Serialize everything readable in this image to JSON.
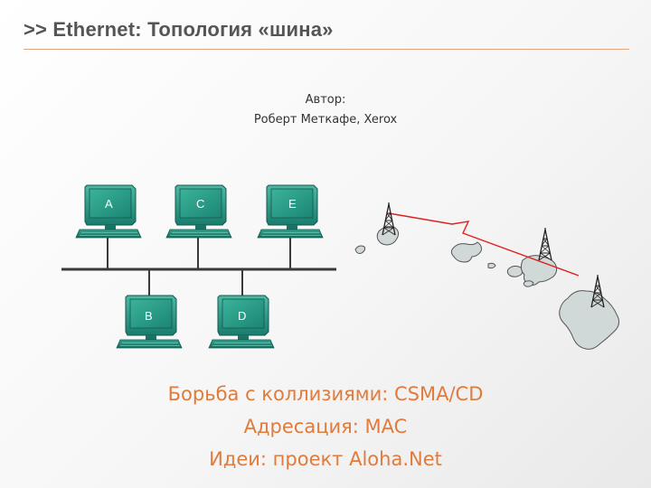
{
  "slide": {
    "title": ">> Ethernet: Топология «шина»",
    "author_label": "Автор:",
    "author_name": "Роберт Меткафе, Xerox"
  },
  "diagram": {
    "computers": [
      {
        "label": "A"
      },
      {
        "label": "C"
      },
      {
        "label": "E"
      },
      {
        "label": "B"
      },
      {
        "label": "D"
      }
    ],
    "colors": {
      "monitor": "#1e8c7a",
      "screen": "#2aa890",
      "bus": "#3a3a3a",
      "radio_link": "#e02020",
      "island": "#cfd6d6",
      "tower": "#222222"
    },
    "icons": [
      "computer-icon",
      "radio-tower-icon",
      "island-icon"
    ]
  },
  "bullets": [
    "Борьба с коллизиями: CSMA/CD",
    "Адресация: MAC",
    "Идеи: проект Aloha.Net"
  ]
}
